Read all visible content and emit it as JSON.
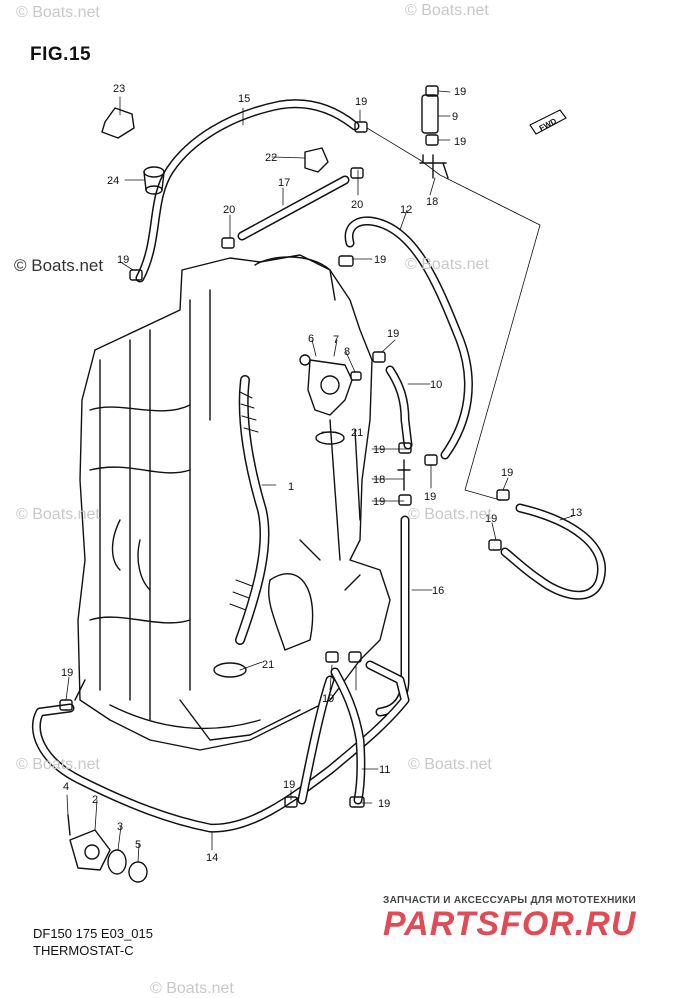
{
  "figure": {
    "title": "FIG.15",
    "code": "DF150 175 E03_015",
    "name": "THERMOSTAT-C",
    "fwd_label": "FWD"
  },
  "watermarks": [
    "© Boats.net",
    "© Boats.net",
    "© Boats.net",
    "© Boats.net",
    "© Boats.net",
    "© Boats.net",
    "© Boats.net",
    "© Boats.net",
    "© Boats.net"
  ],
  "branding": {
    "tagline": "ЗАПЧАСТИ И АКСЕССУАРЫ ДЛЯ МОТОТЕХНИКИ",
    "logo": "PARTSFOR.RU"
  },
  "callouts": [
    "1",
    "2",
    "3",
    "4",
    "5",
    "6",
    "7",
    "8",
    "9",
    "10",
    "11",
    "11",
    "12",
    "13",
    "14",
    "15",
    "16",
    "17",
    "18",
    "18",
    "19",
    "19",
    "19",
    "19",
    "19",
    "19",
    "19",
    "19",
    "19",
    "19",
    "19",
    "19",
    "19",
    "19",
    "19",
    "20",
    "20",
    "21",
    "21",
    "22",
    "23",
    "24"
  ]
}
